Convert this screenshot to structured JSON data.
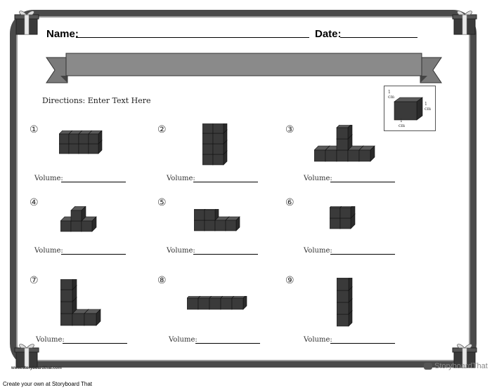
{
  "header": {
    "name_label": "Name:",
    "date_label": "Date:"
  },
  "directions": "Directions: Enter Text Here",
  "unit_cube": {
    "top_label_1": "1",
    "top_label_2": "cm",
    "right_label_1": "1",
    "right_label_2": "cm",
    "bottom_label_1": "1",
    "bottom_label_2": "cm"
  },
  "problems": [
    {
      "number": "①",
      "volume_label": "Volume:"
    },
    {
      "number": "②",
      "volume_label": "Volume:"
    },
    {
      "number": "③",
      "volume_label": "Volume:"
    },
    {
      "number": "④",
      "volume_label": "Volume:"
    },
    {
      "number": "⑤",
      "volume_label": "Volume:"
    },
    {
      "number": "⑥",
      "volume_label": "Volume:"
    },
    {
      "number": "⑦",
      "volume_label": "Volume:"
    },
    {
      "number": "⑧",
      "volume_label": "Volume:"
    },
    {
      "number": "⑨",
      "volume_label": "Volume:"
    }
  ],
  "footer": {
    "site": "www.storyboardthat.com",
    "logo_text": "StoryboardThat",
    "credit": "Create your own at Storyboard That"
  },
  "colors": {
    "frame": "#4a4a4a",
    "banner": "#8a8a8a",
    "cube_front": "#3a3a3a",
    "cube_top": "#5a5a5a",
    "cube_side": "#2a2a2a"
  }
}
